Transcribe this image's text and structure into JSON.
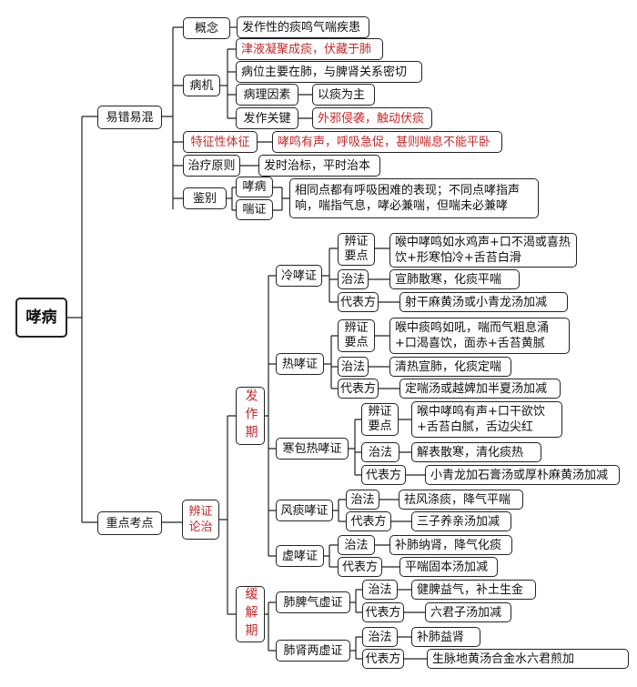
{
  "root": "哮病",
  "yicuo": {
    "title": "易错易混",
    "gainian": {
      "label": "概念",
      "text": "发作性的痰鸣气喘疾患"
    },
    "bingji": {
      "label": "病机",
      "item1": "津液凝聚成痰，伏藏于肺",
      "item2": "病位主要在肺，与脾肾关系密切",
      "item3_label": "病理因素",
      "item3_text": "以痰为主",
      "item4_label": "发作关键",
      "item4_text": "外邪侵袭，触动伏痰"
    },
    "tezheng": {
      "label": "特征性体征",
      "text": "哮鸣有声，呼吸急促，甚则喘息不能平卧"
    },
    "zhiliao": {
      "label": "治疗原则",
      "text": "发时治标，平时治本"
    },
    "jianbie": {
      "label": "鉴别",
      "a": "哮病",
      "b": "喘证",
      "text": "相同点都有呼吸困难的表现；不同点哮指声响，喘指气息，哮必兼喘，但喘未必兼哮"
    }
  },
  "zhongdian": {
    "title": "重点考点",
    "bianzheng": "辨证论治",
    "fazuo": {
      "label": "发作期",
      "leng": {
        "label": "冷哮证",
        "yd_label": "辨证\n要点",
        "yd": "喉中哮鸣如水鸡声+口不渴或喜热饮+形寒怕冷+舌苔白滑",
        "zf_label": "治法",
        "zf": "宣肺散寒，化痰平喘",
        "db_label": "代表方",
        "db": "射干麻黄汤或小青龙汤加减"
      },
      "re": {
        "label": "热哮证",
        "yd_label": "辨证\n要点",
        "yd": "喉中痰鸣如吼，喘而气粗息涌+口渴喜饮，面赤+舌苔黄腻",
        "zf_label": "治法",
        "zf": "清热宣肺，化痰定喘",
        "db_label": "代表方",
        "db": "定喘汤或越婢加半夏汤加减"
      },
      "hanbao": {
        "label": "寒包热哮证",
        "yd_label": "辨证\n要点",
        "yd": "喉中哮鸣有声+口干欲饮+舌苔白腻，舌边尖红",
        "zf_label": "治法",
        "zf": "解表散寒，清化痰热",
        "db_label": "代表方",
        "db": "小青龙加石膏汤或厚朴麻黄汤加减"
      },
      "fengtan": {
        "label": "风痰哮证",
        "zf_label": "治法",
        "zf": "祛风涤痰，降气平喘",
        "db_label": "代表方",
        "db": "三子养亲汤加减"
      },
      "xu": {
        "label": "虚哮证",
        "zf_label": "治法",
        "zf": "补肺纳肾，降气化痰",
        "db_label": "代表方",
        "db": "平喘固本汤加减"
      }
    },
    "huanjie": {
      "label": "缓解期",
      "feipi": {
        "label": "肺脾气虚证",
        "zf_label": "治法",
        "zf": "健脾益气，补土生金",
        "db_label": "代表方",
        "db": "六君子汤加减"
      },
      "feishen": {
        "label": "肺肾两虚证",
        "zf_label": "治法",
        "zf": "补肺益肾",
        "db_label": "代表方",
        "db": "生脉地黄汤合金水六君煎加"
      }
    }
  },
  "colors": {
    "accent_red": "#c62828",
    "line": "#222222"
  }
}
